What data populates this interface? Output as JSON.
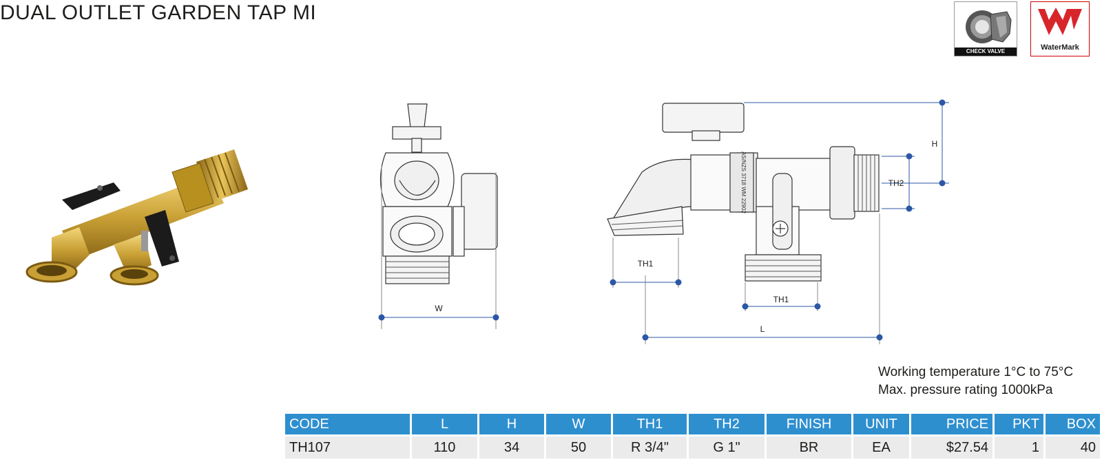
{
  "title": "DUAL OUTLET GARDEN TAP MI",
  "badges": {
    "check_valve_label": "CHECK VALVE",
    "watermark_label": "WaterMark",
    "brand_red": "#d7262b"
  },
  "drawing": {
    "side_view": {
      "w_label": "W"
    },
    "front_view": {
      "h_label": "H",
      "th2_label": "TH2",
      "th1_label_left": "TH1",
      "th1_label_bottom": "TH1",
      "l_label": "L",
      "body_marking": "AS/NZS 3718 WM 22902"
    },
    "dimension_color": "#2b57a6"
  },
  "specs": {
    "temperature": "Working temperature 1°C to 75°C",
    "pressure": "Max. pressure rating 1000kPa"
  },
  "table": {
    "header_color": "#2e8fcf",
    "columns": [
      "CODE",
      "L",
      "H",
      "W",
      "TH1",
      "TH2",
      "FINISH",
      "UNIT",
      "PRICE",
      "PKT",
      "BOX"
    ],
    "rows": [
      [
        "TH107",
        "110",
        "34",
        "50",
        "R 3/4\"",
        "G 1\"",
        "BR",
        "EA",
        "$27.54",
        "1",
        "40"
      ]
    ]
  }
}
